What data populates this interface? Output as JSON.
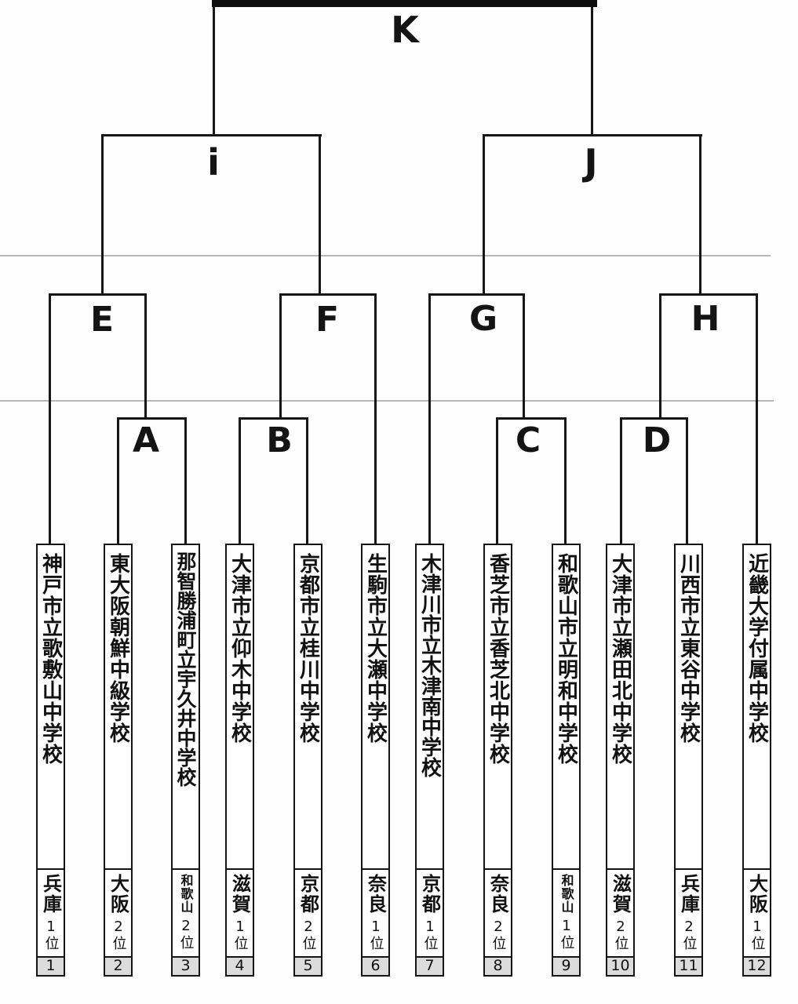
{
  "bracket": {
    "type": "single-elimination-tournament",
    "match_labels": {
      "final": "K",
      "semi_left": "i",
      "semi_right": "J",
      "quarter_1": "E",
      "quarter_2": "F",
      "quarter_3": "G",
      "quarter_4": "H",
      "round1_1": "A",
      "round1_2": "B",
      "round1_3": "C",
      "round1_4": "D"
    }
  },
  "teams": [
    {
      "name": "神戸市立歌敷山中学校",
      "prefecture": "兵庫",
      "rank": "1位",
      "seed": "1"
    },
    {
      "name": "東大阪朝鮮中級学校",
      "prefecture": "大阪",
      "rank": "2位",
      "seed": "2"
    },
    {
      "name": "那智勝浦町立宇久井中学校",
      "prefecture": "和歌山",
      "rank": "2位",
      "seed": "3"
    },
    {
      "name": "大津市立仰木中学校",
      "prefecture": "滋賀",
      "rank": "1位",
      "seed": "4"
    },
    {
      "name": "京都市立桂川中学校",
      "prefecture": "京都",
      "rank": "2位",
      "seed": "5"
    },
    {
      "name": "生駒市立大瀬中学校",
      "prefecture": "奈良",
      "rank": "1位",
      "seed": "6"
    },
    {
      "name": "木津川市立木津南中学校",
      "prefecture": "京都",
      "rank": "1位",
      "seed": "7"
    },
    {
      "name": "香芝市立香芝北中学校",
      "prefecture": "奈良",
      "rank": "2位",
      "seed": "8"
    },
    {
      "name": "和歌山市立明和中学校",
      "prefecture": "和歌山",
      "rank": "1位",
      "seed": "9"
    },
    {
      "name": "大津市立瀬田北中学校",
      "prefecture": "滋賀",
      "rank": "2位",
      "seed": "10"
    },
    {
      "name": "川西市立東谷中学校",
      "prefecture": "兵庫",
      "rank": "2位",
      "seed": "11"
    },
    {
      "name": "近畿大学付属中学校",
      "prefecture": "大阪",
      "rank": "1位",
      "seed": "12"
    }
  ]
}
